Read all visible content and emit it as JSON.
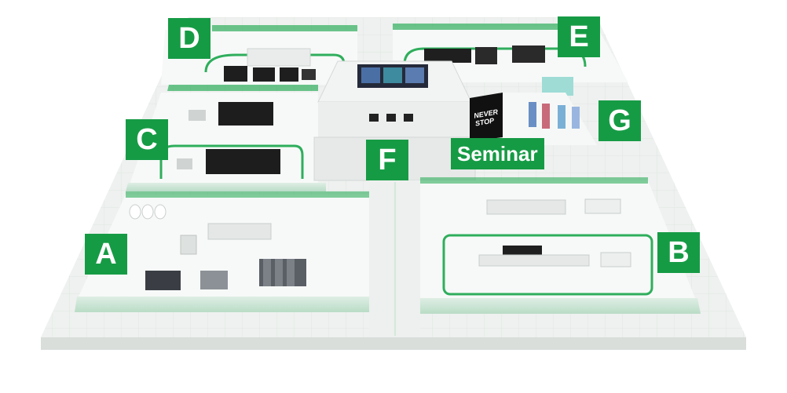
{
  "zones": {
    "a": "A",
    "b": "B",
    "c": "C",
    "d": "D",
    "e": "E",
    "f": "F",
    "g": "G",
    "seminar": "Seminar"
  },
  "poster": {
    "line1": "NEVER",
    "line2": "STOP"
  },
  "colors": {
    "label_green": "#169b45",
    "wall_green": "#2fae5c",
    "floor": "#f4f6f5",
    "grid": "#dfe5e2"
  }
}
